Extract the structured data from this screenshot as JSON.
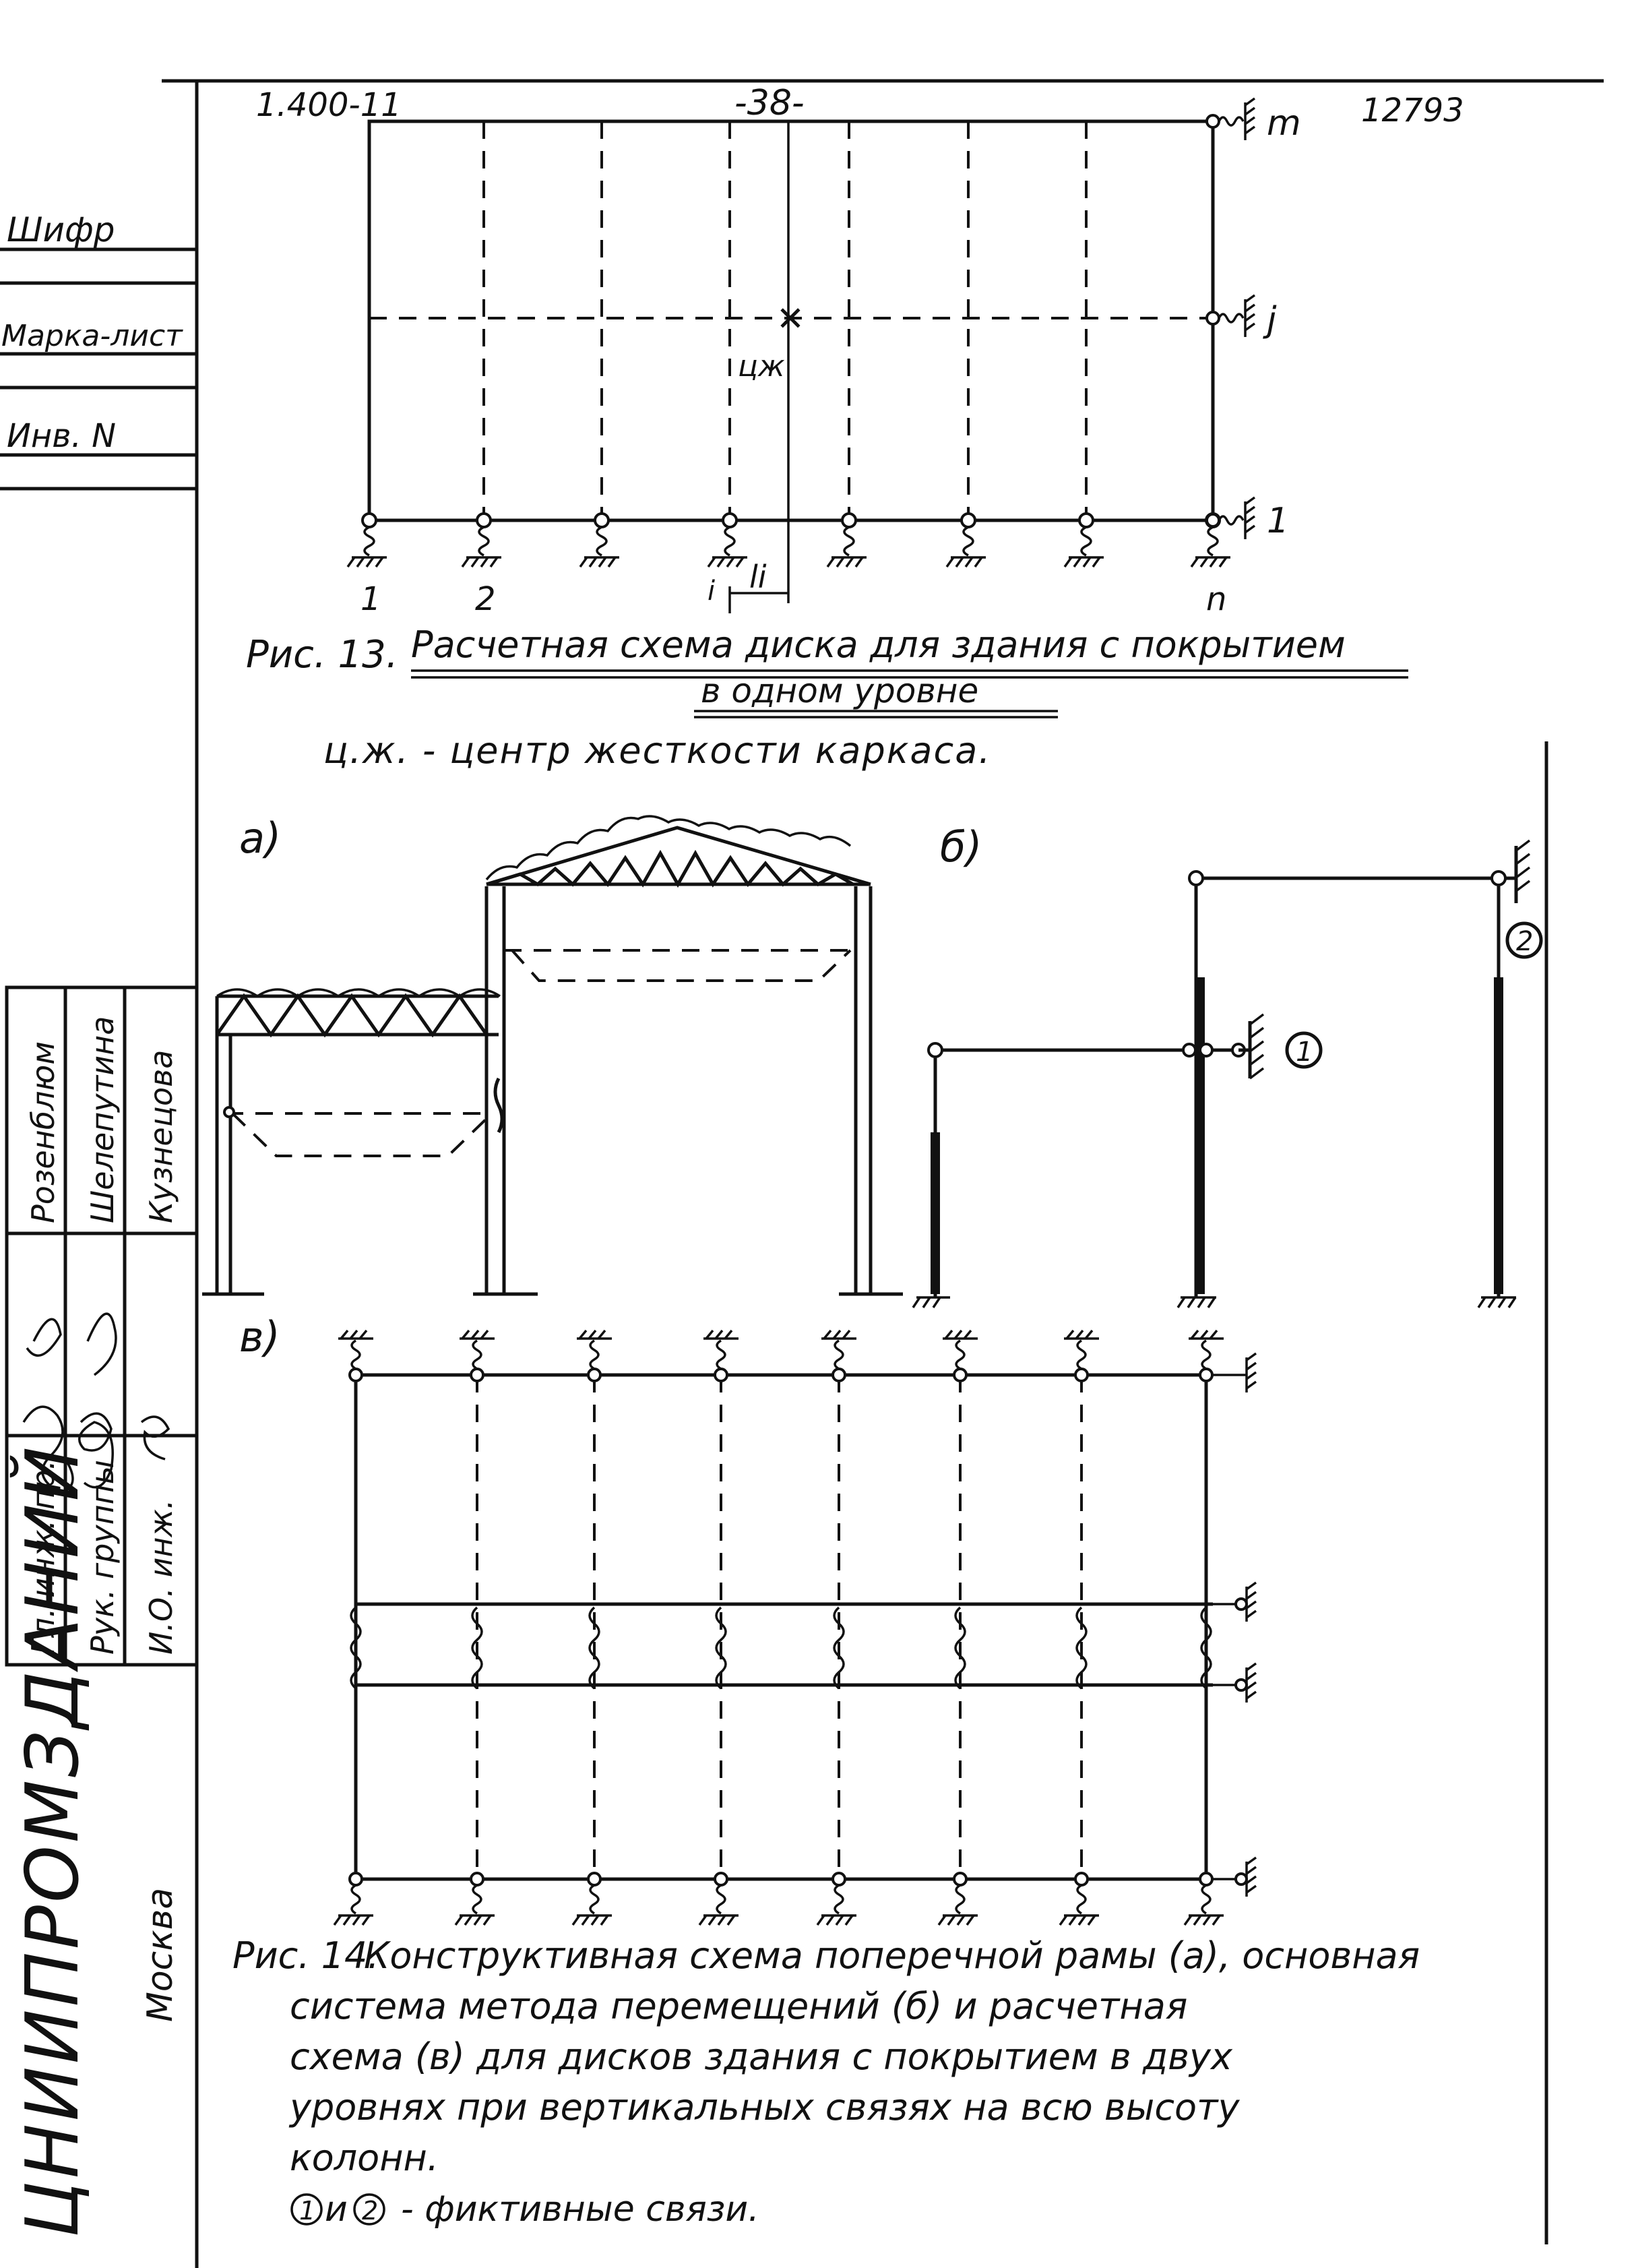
{
  "frame": {
    "sheet_code": "1.400-11",
    "page_number": "-38-",
    "doc_number": "12793"
  },
  "side_stamp": {
    "fields": [
      "Шифр",
      "Марка-лист",
      "Инв. N"
    ],
    "roles": [
      "Гл. инж. пр.",
      "Рук. группы",
      "И.О. инж."
    ],
    "names": [
      "Розенблюм",
      "Шелепутина",
      "Кузнецова"
    ],
    "organization": "ЦНИИПРОМЗДАНИЙ",
    "city": "Москва"
  },
  "fig13": {
    "node_labels": {
      "top_right": "m",
      "middle_right": "j",
      "bottom_right": "1",
      "bottom_first": "1",
      "bottom_second": "2",
      "bottom_last": "n"
    },
    "center_label": "цж",
    "dimension_label": "li",
    "dimension_tick": "i",
    "caption_number": "Рис. 13.",
    "caption_line1": "Расчетная схема диска для здания с покрытием",
    "caption_line2": "в одном уровне",
    "legend": "ц.ж. - центр жесткости каркаса."
  },
  "fig14": {
    "label_a": "а)",
    "label_b": "б)",
    "label_v": "в)",
    "constraint_1": "1",
    "constraint_2": "2",
    "caption_number": "Рис. 14.",
    "caption_lines": [
      "Конструктивная схема поперечной рамы (а), основная",
      "система метода перемещений (б) и расчетная",
      "схема (в) для дисков здания с покрытием в двух",
      "уровнях при вертикальных связях на всю высоту",
      "колонн."
    ],
    "legend_1": "1",
    "legend_and": "и",
    "legend_2": "2",
    "legend_rest": "- фиктивные связи."
  }
}
